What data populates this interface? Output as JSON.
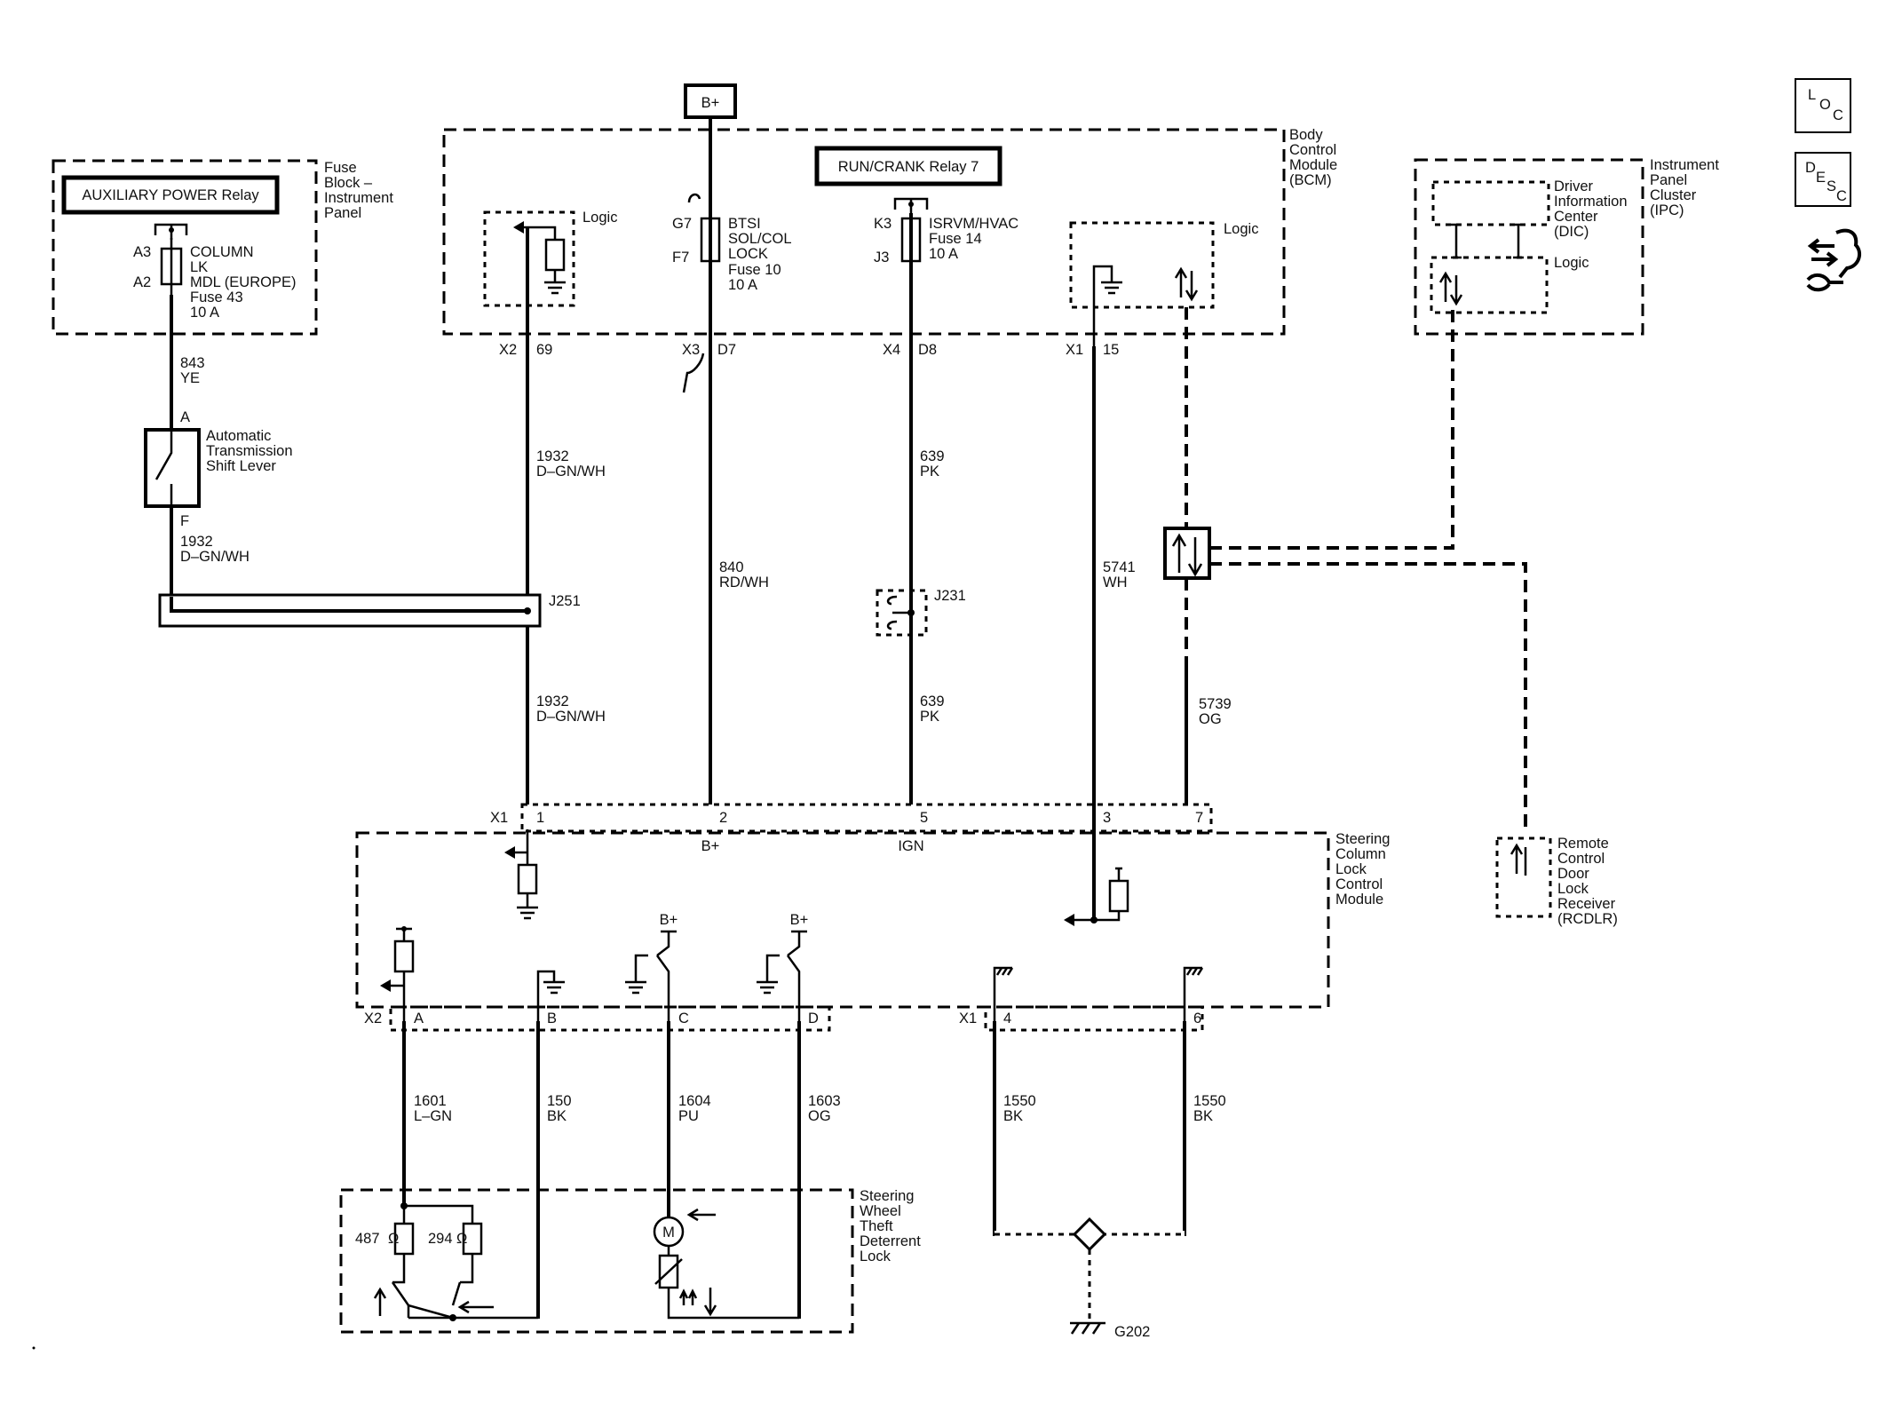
{
  "labels": {
    "aux_relay": "AUXILIARY POWER Relay",
    "fuse_block_1": "Fuse",
    "fuse_block_2": "Block –",
    "fuse_block_3": "Instrument",
    "fuse_block_4": "Panel",
    "a3": "A3",
    "a2": "A2",
    "col_1": "COLUMN",
    "col_2": "LK",
    "col_3": "MDL (EUROPE)",
    "col_4": "Fuse 43",
    "col_5": "10 A",
    "w843_1": "843",
    "w843_2": "YE",
    "pin_a": "A",
    "ats_1": "Automatic",
    "ats_2": "Transmission",
    "ats_3": "Shift Lever",
    "pin_f": "F",
    "w1932_1": "1932",
    "w1932_2": "D–GN/WH",
    "j251": "J251",
    "bplus_top": "B+",
    "bcm_1": "Body",
    "bcm_2": "Control",
    "bcm_3": "Module",
    "bcm_4": "(BCM)",
    "run_relay": "RUN/CRANK Relay 7",
    "logic": "Logic",
    "g7": "G7",
    "f7": "F7",
    "btsi_1": "BTSI",
    "btsi_2": "SOL/COL",
    "btsi_3": "LOCK",
    "btsi_4": "Fuse 10",
    "btsi_5": "10 A",
    "k3": "K3",
    "j3": "J3",
    "isrvm_1": "ISRVM/HVAC",
    "isrvm_2": "Fuse 14",
    "isrvm_3": "10 A",
    "x2": "X2",
    "p69": "69",
    "x3": "X3",
    "d7": "D7",
    "x4": "X4",
    "d8": "D8",
    "x1": "X1",
    "p15": "15",
    "w840_1": "840",
    "w840_2": "RD/WH",
    "w639_1": "639",
    "w639_2": "PK",
    "j231": "J231",
    "w5741_1": "5741",
    "w5741_2": "WH",
    "w5739_1": "5739",
    "w5739_2": "OG",
    "ipc_1": "Instrument",
    "ipc_2": "Panel",
    "ipc_3": "Cluster",
    "ipc_4": "(IPC)",
    "dic_1": "Driver",
    "dic_2": "Information",
    "dic_3": "Center",
    "dic_4": "(DIC)",
    "rcdlr_1": "Remote",
    "rcdlr_2": "Control",
    "rcdlr_3": "Door",
    "rcdlr_4": "Lock",
    "rcdlr_5": "Receiver",
    "rcdlr_6": "(RCDLR)",
    "p1": "1",
    "p2": "2",
    "p5": "5",
    "p3": "3",
    "p7": "7",
    "bplus_pin": "B+",
    "ign": "IGN",
    "sclcm_1": "Steering",
    "sclcm_2": "Column",
    "sclcm_3": "Lock",
    "sclcm_4": "Control",
    "sclcm_5": "Module",
    "bplus": "B+",
    "pA": "A",
    "pB": "B",
    "pC": "C",
    "pD": "D",
    "p4": "4",
    "p6": "6",
    "w1601_1": "1601",
    "w1601_2": "L–GN",
    "w150_1": "150",
    "w150_2": "BK",
    "w1604_1": "1604",
    "w1604_2": "PU",
    "w1603_1": "1603",
    "w1603_2": "OG",
    "w1550_1": "1550",
    "w1550_2": "BK",
    "swtd_1": "Steering",
    "swtd_2": "Wheel",
    "swtd_3": "Theft",
    "swtd_4": "Deterrent",
    "swtd_5": "Lock",
    "r487": "487",
    "r294": "294",
    "ohm": "Ω",
    "motor": "M",
    "g202": "G202"
  },
  "icons": {
    "loc_1": "L",
    "loc_2": "O",
    "loc_3": "C",
    "desc_1": "D",
    "desc_2": "E",
    "desc_3": "S",
    "desc_4": "C"
  }
}
